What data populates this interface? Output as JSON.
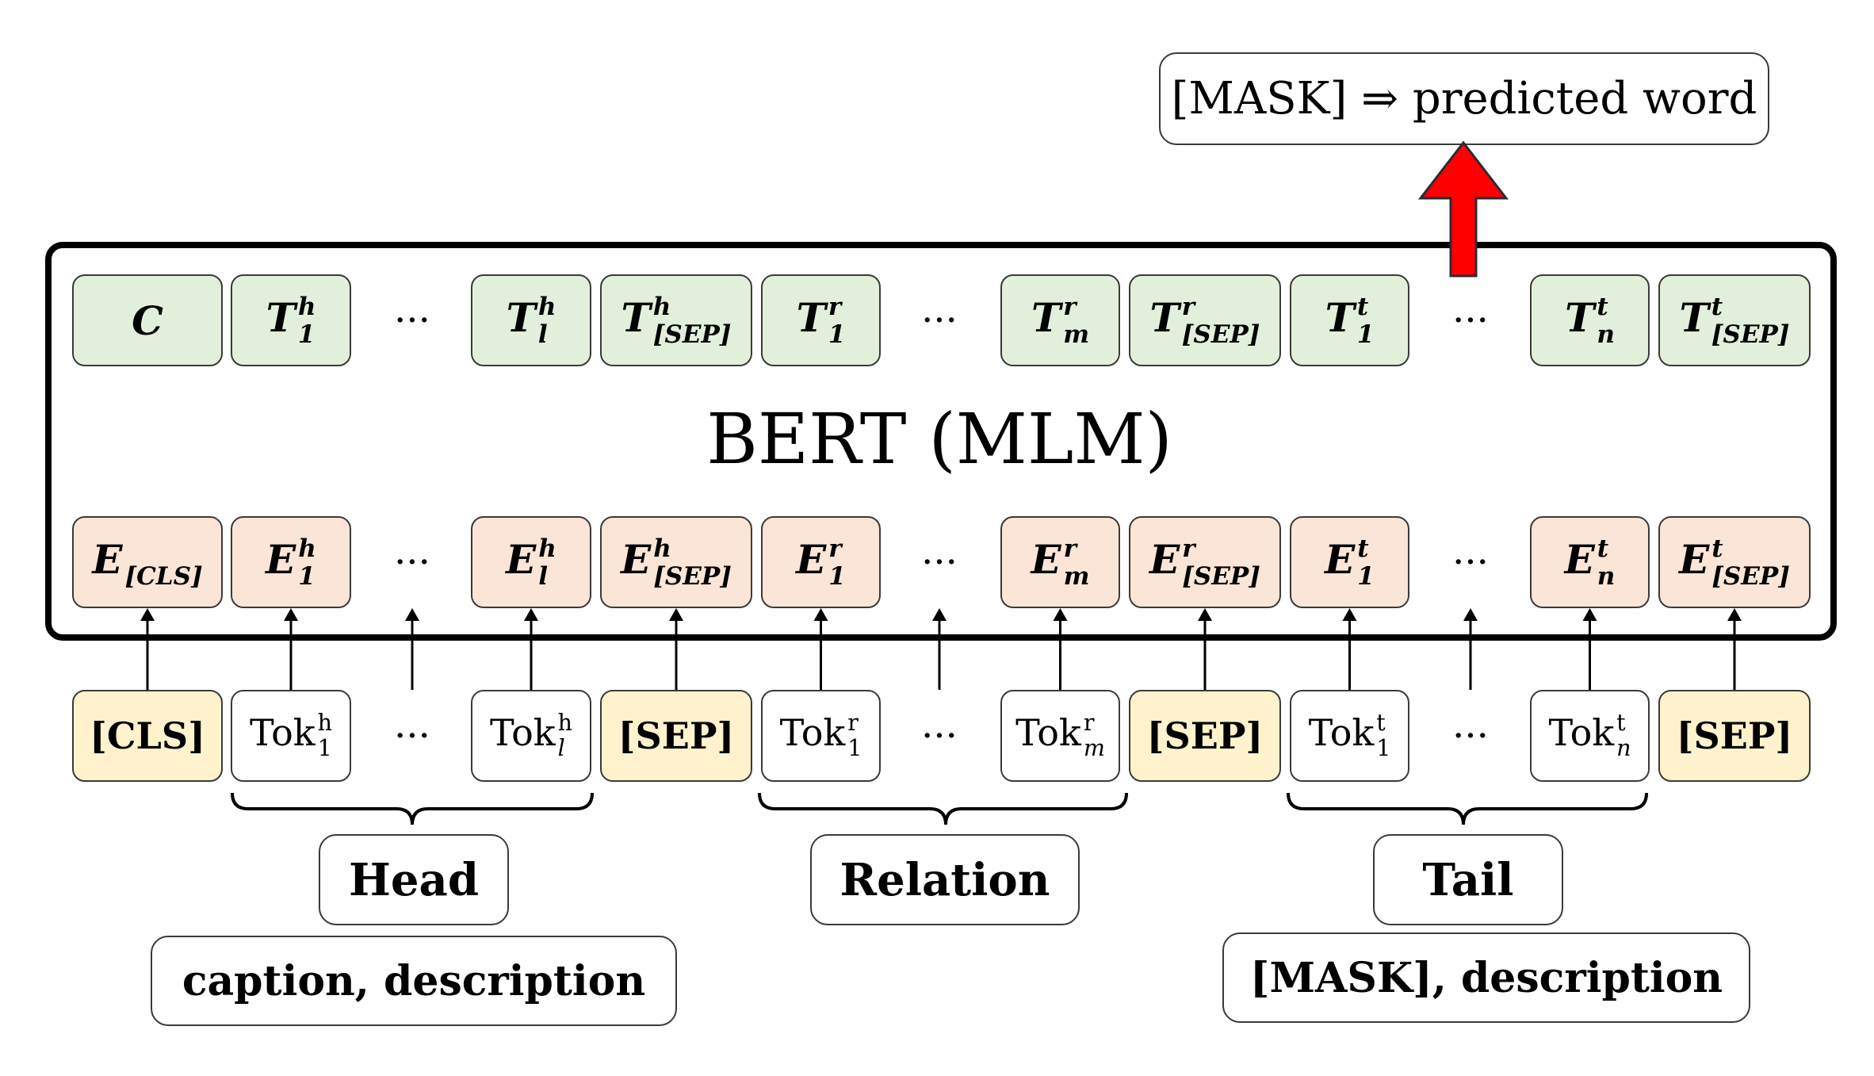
{
  "output_label": "[MASK] ⇒ predicted word",
  "model_title": "BERT (MLM)",
  "dots": "···",
  "output_tokens": [
    {
      "base": "C",
      "sup": "",
      "sub": ""
    },
    {
      "base": "T",
      "sup": "h",
      "sub": "1"
    },
    {
      "base": "T",
      "sup": "h",
      "sub": "l"
    },
    {
      "base": "T",
      "sup": "h",
      "sub": "[SEP]"
    },
    {
      "base": "T",
      "sup": "r",
      "sub": "1"
    },
    {
      "base": "T",
      "sup": "r",
      "sub": "m"
    },
    {
      "base": "T",
      "sup": "r",
      "sub": "[SEP]"
    },
    {
      "base": "T",
      "sup": "t",
      "sub": "1"
    },
    {
      "base": "T",
      "sup": "t",
      "sub": "n"
    },
    {
      "base": "T",
      "sup": "t",
      "sub": "[SEP]"
    }
  ],
  "embeddings": [
    {
      "base": "E",
      "sup": "",
      "sub": "[CLS]"
    },
    {
      "base": "E",
      "sup": "h",
      "sub": "1"
    },
    {
      "base": "E",
      "sup": "h",
      "sub": "l"
    },
    {
      "base": "E",
      "sup": "h",
      "sub": "[SEP]"
    },
    {
      "base": "E",
      "sup": "r",
      "sub": "1"
    },
    {
      "base": "E",
      "sup": "r",
      "sub": "m"
    },
    {
      "base": "E",
      "sup": "r",
      "sub": "[SEP]"
    },
    {
      "base": "E",
      "sup": "t",
      "sub": "1"
    },
    {
      "base": "E",
      "sup": "t",
      "sub": "n"
    },
    {
      "base": "E",
      "sup": "t",
      "sub": "[SEP]"
    }
  ],
  "input_tokens": [
    {
      "special": "[CLS]"
    },
    {
      "base": "Tok",
      "sup": "h",
      "sub": "1"
    },
    {
      "base": "Tok",
      "sup": "h",
      "sub": "l"
    },
    {
      "special": "[SEP]"
    },
    {
      "base": "Tok",
      "sup": "r",
      "sub": "1"
    },
    {
      "base": "Tok",
      "sup": "r",
      "sub": "m"
    },
    {
      "special": "[SEP]"
    },
    {
      "base": "Tok",
      "sup": "t",
      "sub": "1"
    },
    {
      "base": "Tok",
      "sup": "t",
      "sub": "n"
    },
    {
      "special": "[SEP]"
    }
  ],
  "groups": {
    "head": "Head",
    "relation": "Relation",
    "tail": "Tail",
    "head_content": "caption, description",
    "tail_content": "[MASK], description"
  },
  "colors": {
    "output_fill": "#e2efda",
    "embedding_fill": "#fbe5d6",
    "special_fill": "#fff2cc",
    "arrow_up": "#ff0000"
  }
}
